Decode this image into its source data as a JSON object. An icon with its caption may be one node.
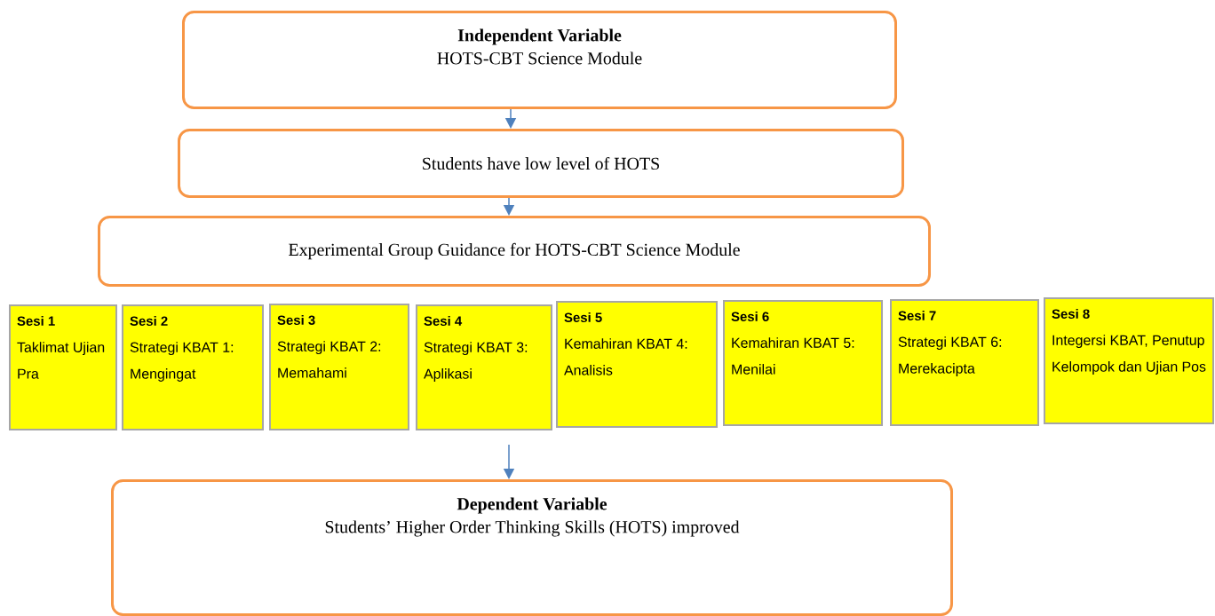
{
  "diagram": {
    "nodes": [
      {
        "text": [
          "Independent Variable",
          "HOTS-CBT Science Module"
        ]
      },
      {
        "text": [
          "Students have low level of HOTS"
        ]
      },
      {
        "text": [
          "Experimental Group Guidance for HOTS-CBT Science Module"
        ]
      },
      {
        "text": [
          "Sesi 1",
          "Taklimat Ujian Pra"
        ]
      },
      {
        "text": [
          "Sesi 2",
          "Strategi KBAT 1: Mengingat"
        ]
      },
      {
        "text": [
          "Sesi 3",
          "Strategi KBAT 2: Memahami"
        ]
      },
      {
        "text": [
          "Sesi 4",
          "Strategi KBAT 3: Aplikasi"
        ]
      },
      {
        "text": [
          "Sesi 5",
          "Kemahiran KBAT 4: Analisis"
        ]
      },
      {
        "text": [
          "Sesi 6",
          "Kemahiran KBAT 5: Menilai"
        ]
      },
      {
        "text": [
          "Sesi 7",
          "Strategi KBAT 6: Merekacipta"
        ]
      },
      {
        "text": [
          "Sesi 8",
          "Integersi KBAT, Penutup Kelompok dan Ujian Pos"
        ]
      },
      {
        "text": [
          "Dependent Variable",
          "Students’ Higher Order Thinking Skills (HOTS) improved"
        ]
      }
    ],
    "edges": [
      {
        "from": 0,
        "to": 1,
        "arrow": "to"
      },
      {
        "from": 1,
        "to": 2,
        "arrow": "to"
      },
      {
        "from": 6,
        "to": 11,
        "arrow": "to"
      }
    ]
  }
}
